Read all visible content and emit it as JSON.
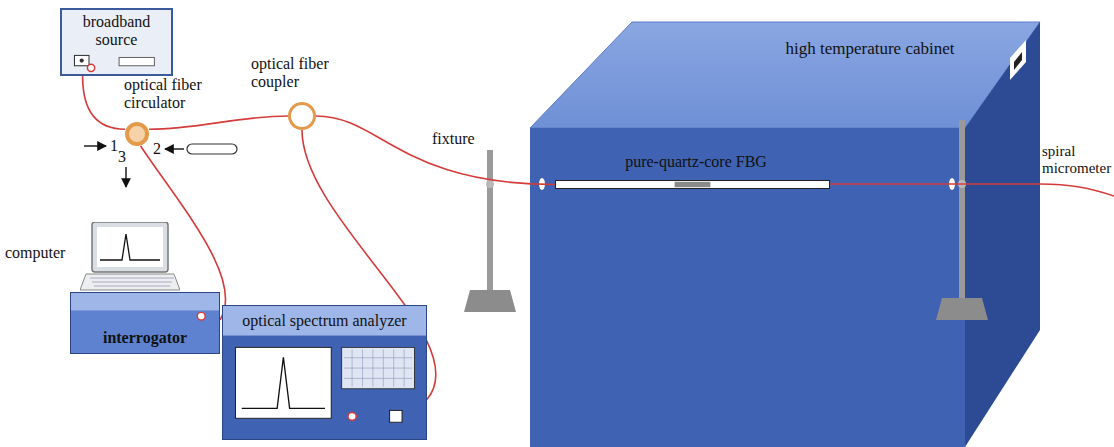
{
  "diagram": {
    "nodes": [
      {
        "text": [
          "broadband source"
        ]
      },
      {
        "text": [
          "optical fiber circulator"
        ]
      },
      {
        "text": [
          "computer"
        ]
      },
      {
        "text": [
          "interrogator"
        ]
      },
      {
        "text": [
          "optical fiber coupler"
        ]
      },
      {
        "text": [
          "optical spectrum analyzer"
        ]
      },
      {
        "text": [
          "high temperature cabinet"
        ]
      },
      {
        "text": [
          "pure-quartz-core FBG"
        ],
        "in": 6
      }
    ],
    "edges": [
      {
        "from": 0,
        "to": 1,
        "arrow": "none"
      },
      {
        "from": 1,
        "to": 3,
        "arrow": "none"
      },
      {
        "from": 1,
        "to": 4,
        "arrow": "none"
      },
      {
        "from": 4,
        "to": 5,
        "arrow": "none"
      },
      {
        "from": 4,
        "to": 7,
        "arrow": "none"
      }
    ],
    "labels": [
      "1",
      "2",
      "3",
      "fixture",
      "spiral micrometer"
    ]
  }
}
